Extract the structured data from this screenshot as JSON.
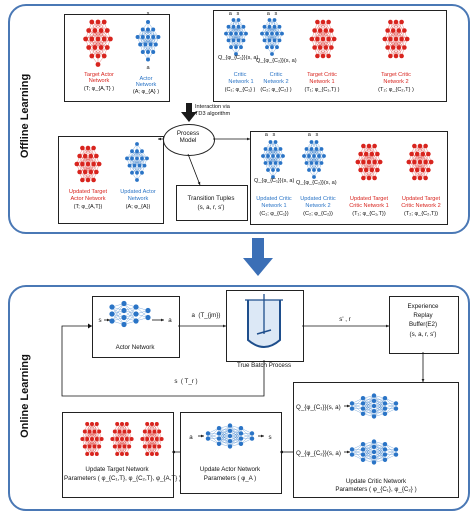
{
  "colors": {
    "red": "#d8241e",
    "blue": "#2a74c6",
    "panel": "#4a78b5",
    "arrow": "#3b6fb6"
  },
  "offline": {
    "label": "Offline Learning",
    "target_actor": [
      "Target Actor",
      "Network",
      "(T; φ_{A,T} )"
    ],
    "actor": [
      "Actor",
      "Network",
      "(A; φ_{A} )"
    ],
    "critic1": [
      "Critic",
      "Network 1",
      "(C₁; φ_{C₁} )"
    ],
    "critic2": [
      "Critic",
      "Network 2",
      "(C₂; φ_{C₂} )"
    ],
    "target_critic1": [
      "Target Critic",
      "Network 1",
      "(T₁; φ_{C₁,T} )"
    ],
    "target_critic2": [
      "Target Critic",
      "Network 2",
      "(T₂; φ_{C₂,T} )"
    ],
    "interaction": [
      "Interaction via",
      "TD3 algorithm"
    ],
    "process_model": [
      "Process",
      "Model"
    ],
    "updated_target_actor": [
      "Updated Target",
      "Actor Network",
      "(T; φ_{A,T})"
    ],
    "updated_actor": [
      "Updated Actor",
      "Network",
      "(A; φ_{A})"
    ],
    "updated_critic1": [
      "Updated Critic",
      "Network 1",
      "(C₁; φ_{C₁})"
    ],
    "updated_critic2": [
      "Updated Critic",
      "Network 2",
      "(C₂; φ_{C₂})"
    ],
    "updated_target_critic1": [
      "Updated Target",
      "Critic Network 1",
      "(T₁; φ_{C₁,T})"
    ],
    "updated_target_critic2": [
      "Updated Target",
      "Critic Network 2",
      "(T₂; φ_{C₂,T})"
    ],
    "transition": [
      "Transition Tuples",
      "(s, a, r, s')"
    ],
    "q1": "Q_{φ_{C₁}}(s, a)",
    "q2": "Q_{φ_{C₂}}(s, a)",
    "a": "a",
    "s": "s"
  },
  "online": {
    "label": "Online Learning",
    "actor_network": "Actor Network",
    "a_label": "a  (T_{jm})",
    "batch": "True Batch Process",
    "s_prime_r": "s' , r",
    "buffer": [
      "Experience",
      "Replay",
      "Buffer(E2)",
      "(s, a, r, s')"
    ],
    "s_feedback": "s  ( T_r )",
    "update_critic": [
      "Update Critic Network",
      "Parameters ( φ_{C₁}, φ_{C₂} )"
    ],
    "update_actor": [
      "Update Actor Network",
      "Parameters ( φ_A )"
    ],
    "update_target": [
      "Update Target Network",
      "Parameters ( φ_{C₁,T}, φ_{C₂,T}, φ_{A,T} )"
    ],
    "q1": "Q_{φ_{C₁}}(s, a)",
    "q2": "Q_{φ_{C₂}}(s, a)",
    "s": "s",
    "a": "a"
  }
}
